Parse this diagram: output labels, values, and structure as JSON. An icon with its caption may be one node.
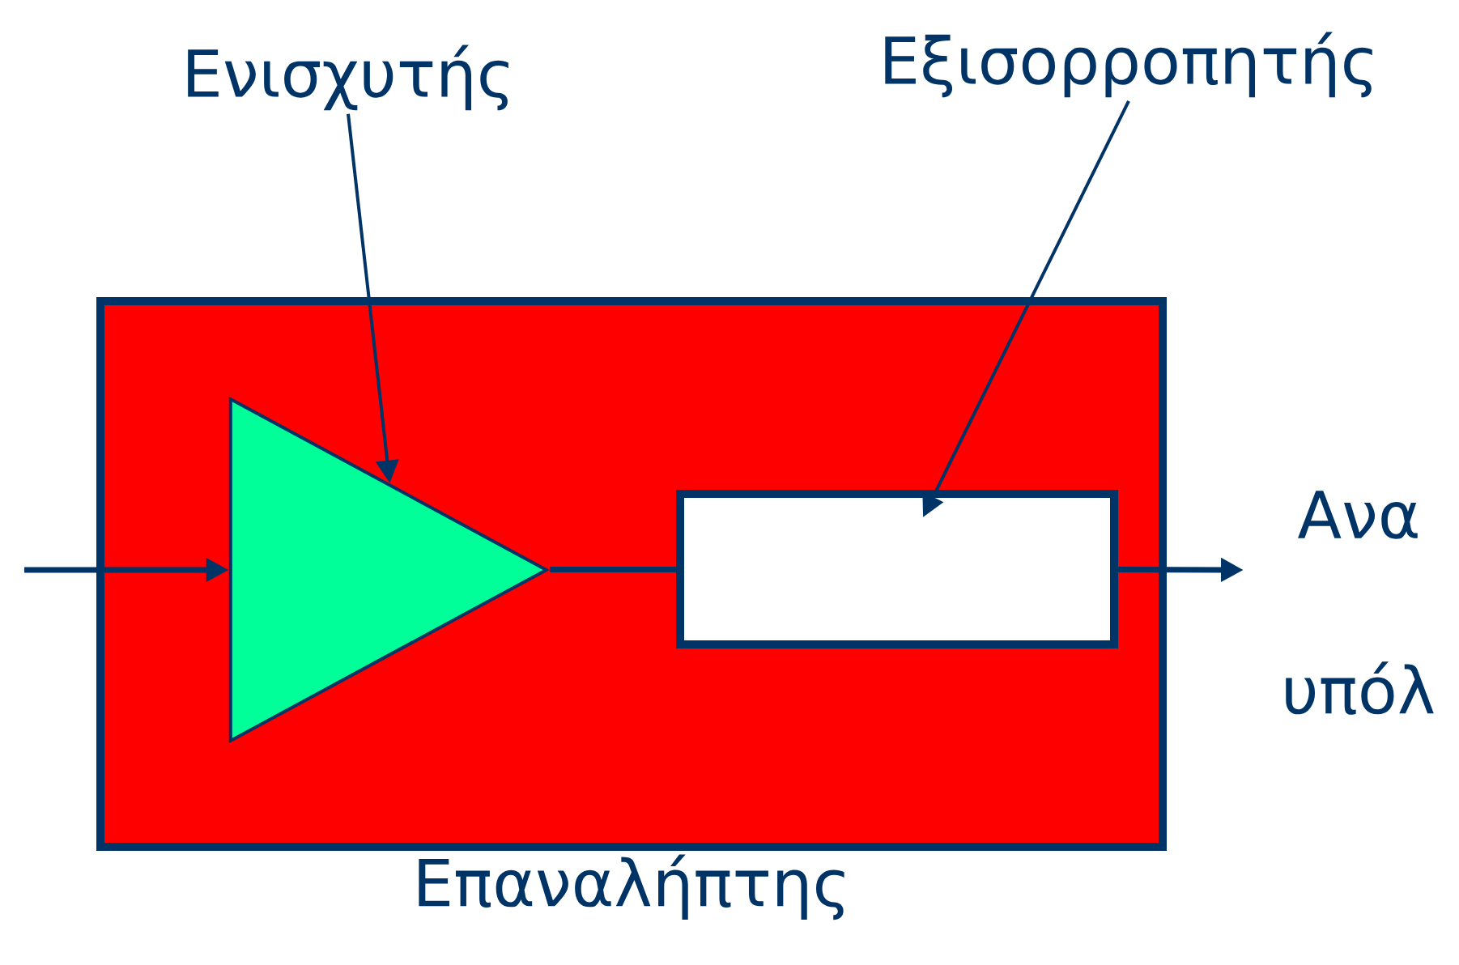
{
  "diagram": {
    "nodes": [
      {
        "text": [
          "Επαναλήπτης"
        ]
      },
      {
        "text": [],
        "shape": "triangle",
        "in": 0
      },
      {
        "text": [],
        "shape": "box",
        "in": 0
      },
      {
        "text": [
          "Ενισχυτής"
        ]
      },
      {
        "text": [
          "Εξισορροπητής"
        ]
      }
    ],
    "edges": [
      {
        "from": null,
        "to": 1,
        "arrow": "to"
      },
      {
        "from": 1,
        "to": 2,
        "arrow": "none"
      },
      {
        "from": 2,
        "to": null,
        "arrow": "to"
      },
      {
        "from": 3,
        "to": 1,
        "arrow": "to"
      },
      {
        "from": 4,
        "to": 2,
        "arrow": "to"
      }
    ],
    "labels": [
      "Ανα",
      "υπόλ"
    ]
  }
}
